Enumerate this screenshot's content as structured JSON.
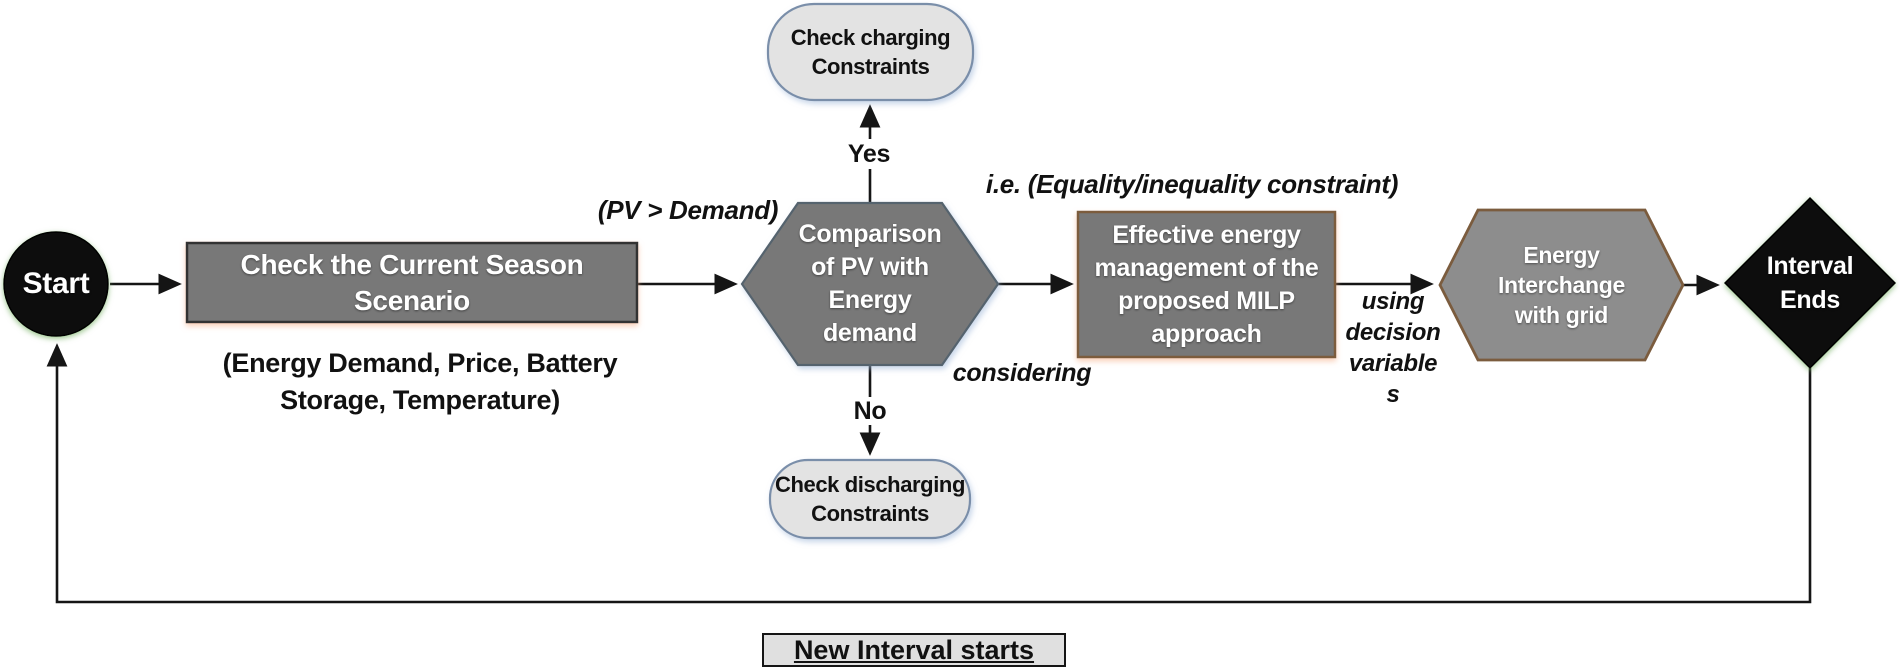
{
  "nodes": {
    "start": {
      "label": "Start"
    },
    "check_season": {
      "lines": [
        "Check the Current Season",
        "Scenario"
      ]
    },
    "season_params": {
      "lines": [
        "(Energy Demand, Price, Battery",
        "Storage, Temperature)"
      ]
    },
    "comparison": {
      "lines": [
        "Comparison",
        "of PV with",
        "Energy",
        "demand"
      ]
    },
    "check_charging": {
      "lines": [
        "Check charging",
        "Constraints"
      ]
    },
    "check_discharging": {
      "lines": [
        "Check discharging",
        "Constraints"
      ]
    },
    "milp": {
      "lines": [
        "Effective energy",
        "management of the",
        "proposed MILP",
        "approach"
      ]
    },
    "energy_interchange": {
      "lines": [
        "Energy",
        "Interchange",
        "with grid"
      ]
    },
    "interval_ends": {
      "lines": [
        "Interval",
        "Ends"
      ]
    },
    "new_interval": {
      "label": "New Interval starts"
    }
  },
  "edge_labels": {
    "yes": "Yes",
    "no": "No",
    "pv_demand": "(PV > Demand)",
    "ie_constraint": "i.e. (Equality/inequality constraint)",
    "considering": "considering",
    "using_decision": [
      "using",
      "decision",
      "variable",
      "s"
    ]
  },
  "colors": {
    "canvas_bg": "#ffffff",
    "line": "#151515",
    "node_fill_dark": "#787878",
    "node_fill_mid": "#8d8d8d",
    "node_border_dark": "#303030",
    "node_border_slate": "#55636e",
    "node_border_brown": "#7b5c3e",
    "stadium_fill": "#e3e3e3",
    "stadium_border": "#7a8ea9",
    "black_node": "#0d0d0d",
    "label_box_fill": "#e0e0e0",
    "text_light": "#ffffff",
    "text_dark": "#111111"
  }
}
